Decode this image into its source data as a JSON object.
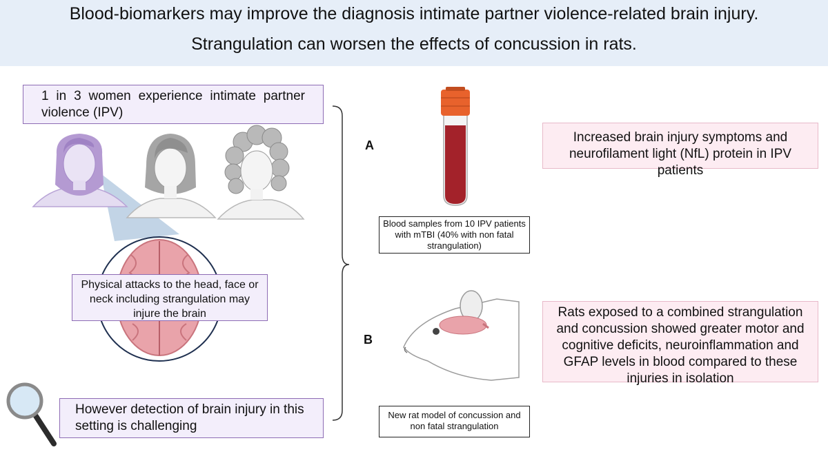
{
  "header": {
    "line1": "Blood-biomarkers may improve the diagnosis intimate partner violence-related brain injury.",
    "line2": "Strangulation can worsen the effects of concussion in rats."
  },
  "left": {
    "stat": "1 in 3 women experience intimate partner violence (IPV)",
    "attack": "Physical attacks to the head, face or neck including strangulation may injure the brain",
    "detection": "However detection of brain injury in this setting is challenging"
  },
  "panel_a": {
    "label": "A",
    "caption": "Blood samples from 10 IPV patients with mTBI (40% with non fatal strangulation)",
    "finding": "Increased brain injury symptoms and neurofilament light (NfL) protein in IPV patients"
  },
  "panel_b": {
    "label": "B",
    "caption": "New rat model of concussion and non fatal strangulation",
    "finding": "Rats exposed to a combined strangulation and concussion showed greater motor and cognitive deficits, neuroinflammation and GFAP levels in blood compared to these injuries in isolation"
  },
  "colors": {
    "header_bg": "#e6eef8",
    "purple_box_bg": "#f3eefb",
    "purple_box_border": "#8d6bb4",
    "pink_box_bg": "#fdecf2",
    "blood": "#a3222a",
    "cap": "#e8622c",
    "brain": "#e9a3aa"
  }
}
